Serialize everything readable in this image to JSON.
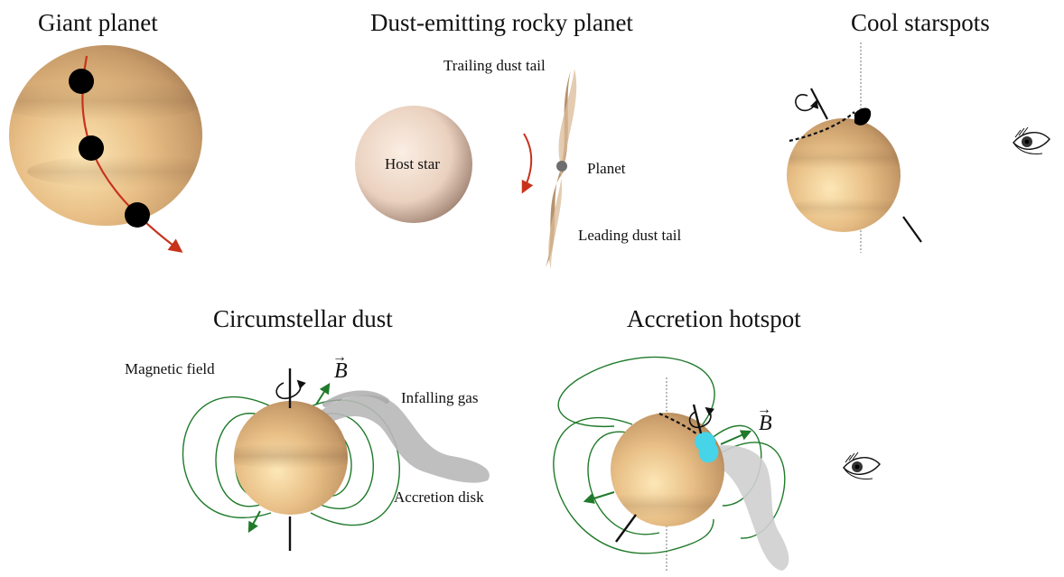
{
  "panels": {
    "giant_planet": {
      "title": "Giant planet"
    },
    "dust_planet": {
      "title": "Dust-emitting rocky planet",
      "host_star_label": "Host star",
      "planet_label": "Planet",
      "trailing_tail_label": "Trailing dust tail",
      "leading_tail_label": "Leading dust tail"
    },
    "starspots": {
      "title": "Cool starspots"
    },
    "circumstellar": {
      "title": "Circumstellar dust",
      "magnetic_field_label": "Magnetic field",
      "b_field_label": "B",
      "infalling_gas_label": "Infalling gas",
      "accretion_disk_label": "Accretion disk"
    },
    "hotspot": {
      "title": "Accretion hotspot",
      "b_field_label": "B"
    }
  },
  "colors": {
    "star_light": "#f7dcab",
    "star_dark": "#b8895a",
    "host_star_light": "#fbeee3",
    "host_star_dark": "#6b5548",
    "orbit_arrow": "#c8321b",
    "field_lines": "#1f7a2a",
    "gas": "#b8b8b8",
    "hotspot": "#46d4e8"
  },
  "icons": [
    "eye-icon",
    "rotation-arrow-icon",
    "planet-dot"
  ]
}
